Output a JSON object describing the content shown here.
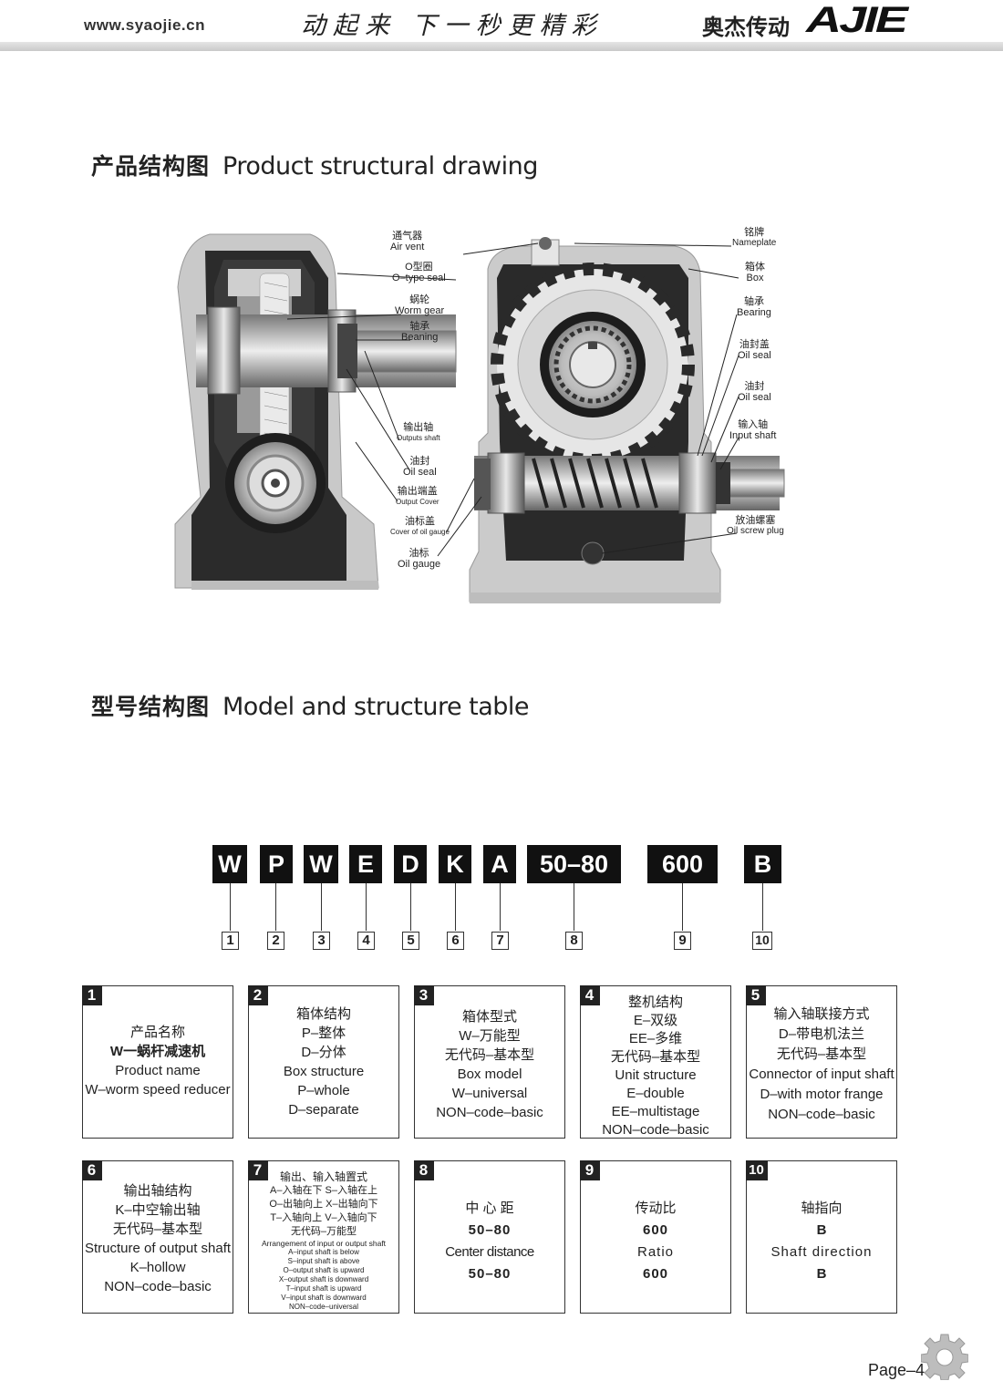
{
  "header": {
    "url": "www.syaojie.cn",
    "slogan": "动起来 下一秒更精彩",
    "company_cn": "奥杰传动",
    "logo": "AJIE"
  },
  "section1": {
    "title_cn": "产品结构图",
    "title_en": "Product structural drawing"
  },
  "section2": {
    "title_cn": "型号结构图",
    "title_en": "Model and structure table"
  },
  "callouts_left": [
    {
      "cn": "通气器",
      "en": "Air vent"
    },
    {
      "cn": "O型圈",
      "en": "O–type seal"
    },
    {
      "cn": "蜗轮",
      "en": "Worm gear"
    },
    {
      "cn": "轴承",
      "en": "Beaning"
    },
    {
      "cn": "输出轴",
      "en": "Outputs shaft"
    },
    {
      "cn": "油封",
      "en": "Oil seal"
    },
    {
      "cn": "输出端盖",
      "en": "Output Cover"
    },
    {
      "cn": "油标盖",
      "en": "Cover of oil gauge"
    },
    {
      "cn": "油标",
      "en": "Oil gauge"
    }
  ],
  "callouts_right": [
    {
      "cn": "铭牌",
      "en": "Nameplate"
    },
    {
      "cn": "箱体",
      "en": "Box"
    },
    {
      "cn": "轴承",
      "en": "Bearing"
    },
    {
      "cn": "油封盖",
      "en": "Oil seal"
    },
    {
      "cn": "油封",
      "en": "Oil seal"
    },
    {
      "cn": "输入轴",
      "en": "Input shaft"
    },
    {
      "cn": "放油螺塞",
      "en": "Oil screw plug"
    }
  ],
  "model_code": [
    "W",
    "P",
    "W",
    "E",
    "D",
    "K",
    "A",
    "50–80",
    "600",
    "B"
  ],
  "code_numbers": [
    "1",
    "2",
    "3",
    "4",
    "5",
    "6",
    "7",
    "8",
    "9",
    "10"
  ],
  "boxes": {
    "b1": [
      "产品名称",
      "W一蜗杆减速机",
      "Product name",
      "W–worm speed reducer"
    ],
    "b2": [
      "箱体结构",
      "P–整体",
      "D–分体",
      "Box structure",
      "P–whole",
      "D–separate"
    ],
    "b3": [
      "箱体型式",
      "W–万能型",
      "无代码–基本型",
      "Box model",
      "W–universal",
      "NON–code–basic"
    ],
    "b4": [
      "整机结构",
      "E–双级",
      "EE–多维",
      "无代码–基本型",
      "Unit structure",
      "E–double",
      "EE–multistage",
      "NON–code–basic"
    ],
    "b5": [
      "输入轴联接方式",
      "D–带电机法兰",
      "无代码–基本型",
      "Connector of input shaft",
      "D–with motor frange",
      "NON–code–basic"
    ],
    "b6": [
      "输出轴结构",
      "K–中空输出轴",
      "无代码–基本型",
      "Structure of output shaft",
      "K–hollow",
      "NON–code–basic"
    ],
    "b7": [
      "输出、输入轴置式",
      "A–入轴在下 S–入轴在上",
      "O–出轴向上 X–出轴向下",
      "T–入轴向上 V–入轴向下",
      "无代码–万能型",
      "Arrangement of input or output shaft",
      "A–input shaft is below",
      "S–input shaft is above",
      "O–output shaft is upward",
      "X–output shaft is downward",
      "T–input shaft is upward",
      "V–input shaft is downward",
      "NON–code–universal"
    ],
    "b8": [
      "中 心 距",
      "50–80",
      "Center distance",
      "50–80"
    ],
    "b9": [
      "传动比",
      "600",
      "Ratio",
      "600"
    ],
    "b10": [
      "轴指向",
      "B",
      "Shaft direction",
      "B"
    ]
  },
  "page": "Page–4"
}
